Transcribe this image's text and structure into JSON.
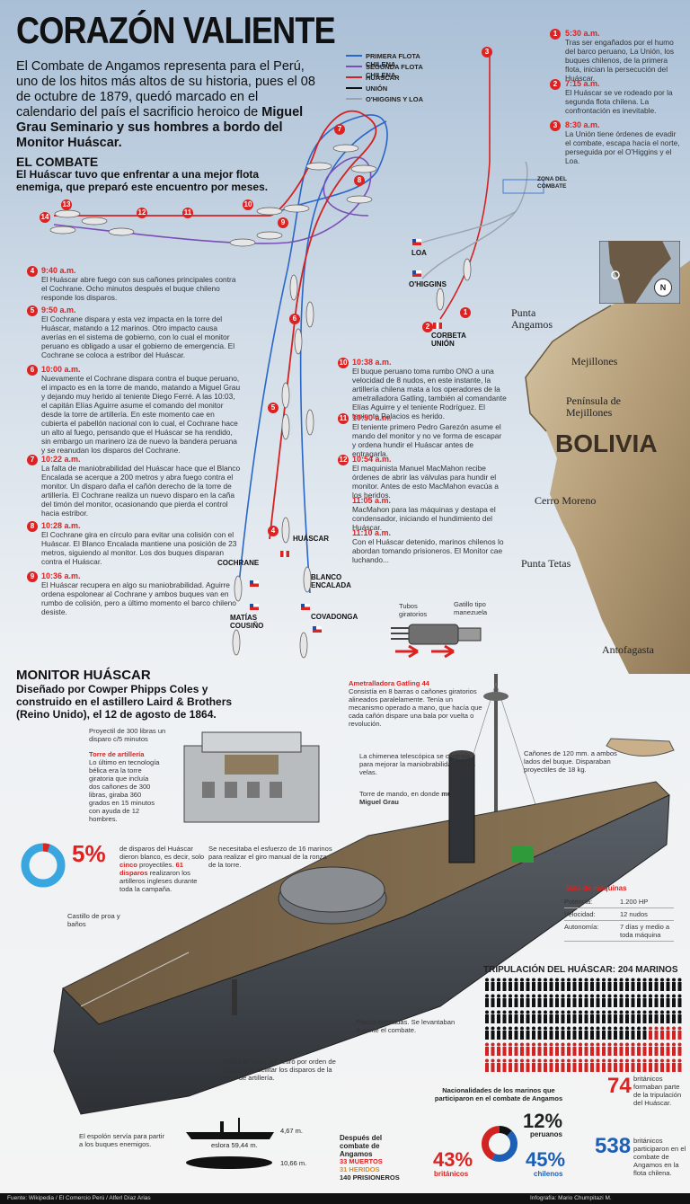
{
  "title": "CORAZÓN VALIENTE",
  "intro": {
    "text": "El Combate de Angamos representa para el Perú, uno de los hitos más altos de su historia, pues el 08 de octubre de 1879, quedó marcado en el calendario del país el sacrificio heroico de",
    "bold": "Miguel Grau Seminario y sus hombres a bordo del Monitor Huáscar."
  },
  "combate": {
    "heading": "EL COMBATE",
    "sub": "El Huáscar tuvo que enfrentar a una mejor flota enemiga, que preparó este encuentro por meses."
  },
  "legend": [
    {
      "label": "PRIMERA FLOTA CHILENA",
      "color": "#2a66c8"
    },
    {
      "label": "SEGUNDA FLOTA CHILENA",
      "color": "#7a4fb5"
    },
    {
      "label": "HUÁSCAR",
      "color": "#d22222"
    },
    {
      "label": "UNIÓN",
      "color": "#111111"
    },
    {
      "label": "O'HIGGINS Y LOA",
      "color": "#9aa3ad"
    }
  ],
  "right_events": [
    {
      "n": "1",
      "time": "5:30 a.m.",
      "text": "Tras ser engañados por el humo del barco peruano, La Unión, los buques chilenos, de la primera flota, inician la persecución del Huáscar."
    },
    {
      "n": "2",
      "time": "7:15 a.m.",
      "text": "El Huáscar se ve rodeado por la segunda flota chilena. La confrontación es inevitable."
    },
    {
      "n": "3",
      "time": "8:30 a.m.",
      "text": "La Unión tiene órdenes de evadir el combate, escapa hacia el norte, perseguida por el O'Higgins y el Loa."
    }
  ],
  "left_events": [
    {
      "n": "4",
      "time": "9:40 a.m.",
      "text": "El Huáscar abre fuego con sus cañones principales contra el Cochrane. Ocho minutos después el buque chileno responde los disparos."
    },
    {
      "n": "5",
      "time": "9:50 a.m.",
      "text": "El Cochrane dispara y esta vez impacta en la torre del Huáscar, matando a 12 marinos. Otro impacto causa averías en el sistema de gobierno, con lo cual el monitor peruano es obligado a usar el gobierno de emergencia. El Cochrane se coloca a estribor del Huáscar."
    },
    {
      "n": "6",
      "time": "10:00 a.m.",
      "text": "Nuevamente el Cochrane dispara contra el buque peruano, el impacto es en la torre de mando, matando a Miguel Grau y dejando muy herido al teniente Diego Ferré. A las 10:03, el capitán Elías Aguirre asume el comando del monitor desde la torre de artillería. En este momento cae en cubierta el pabellón nacional con lo cual, el Cochrane hace un alto al fuego, pensando que el Huáscar se ha rendido, sin embargo un marinero iza de nuevo la bandera peruana y se reanudan los disparos del Cochrane."
    },
    {
      "n": "7",
      "time": "10:22 a.m.",
      "text": "La falta de maniobrabilidad del Huáscar hace que el Blanco Encalada se acerque a 200 metros y abra fuego contra el monitor. Un disparo daña el cañón derecho de la torre de artillería. El Cochrane realiza un nuevo disparo en la caña del timón del monitor, ocasionando que pierda el control hacia estribor."
    },
    {
      "n": "8",
      "time": "10:28 a.m.",
      "text": "El Cochrane gira en círculo para evitar una colisión con el Huáscar. El Blanco Encalada mantiene una posición de 23 metros, siguiendo al monitor. Los dos buques disparan contra el Huáscar."
    },
    {
      "n": "9",
      "time": "10:36 a.m.",
      "text": "El Huáscar recupera en algo su maniobrabilidad. Aguirre ordena espolonear al Cochrane y ambos buques van en rumbo de colisión, pero a último momento el barco chileno desiste."
    }
  ],
  "mid_events": [
    {
      "n": "10",
      "time": "10:38 a.m.",
      "text": "El buque peruano toma rumbo ONO a una velocidad de 8 nudos, en este instante, la artillería chilena mata a los operadores de la ametralladora Gatling, también al comandante Elías Aguirre y el teniente Rodríguez. El teniente Palacios es herido."
    },
    {
      "n": "11",
      "time": "10:50 a.m.",
      "text": "El teniente primero Pedro Garezón asume el mando del monitor y no ve forma de escapar y ordena hundir el Huáscar antes de entragarla."
    },
    {
      "n": "12",
      "time": "10:54 a.m.",
      "text": "El maquinista Manuel MacMahon recibe órdenes de abrir las válvulas para hundir el monitor. Antes de esto MacMahon evacúa a los heridos."
    },
    {
      "n": "",
      "time": "11:05 a.m.",
      "text": "MacMahon para las máquinas y destapa el condensador, iniciando el hundimiento del Huáscar."
    },
    {
      "n": "",
      "time": "11:10 a.m.",
      "text": "Con el Huáscar detenido, marinos chilenos lo abordan tomando prisioneros. El Monitor cae luchando..."
    }
  ],
  "ships": {
    "loa": "LOA",
    "ohiggins": "O'HIGGINS",
    "corbeta": "CORBETA",
    "union": "UNIÓN",
    "huascar": "HUÁSCAR",
    "cochrane": "COCHRANE",
    "blanco": "BLANCO",
    "encalada": "ENCALADA",
    "matias": "MATÍAS",
    "cousino": "COUSIÑO",
    "covadonga": "COVADONGA"
  },
  "zona": "ZONA DEL COMBATE",
  "map_places": [
    "Punta Angamos",
    "Mejillones",
    "Península de Mejillones",
    "BOLIVIA",
    "Cerro Moreno",
    "Punta Tetas",
    "Antofagasta"
  ],
  "compass": "N",
  "monitor": {
    "heading": "MONITOR HUÁSCAR",
    "sub": "Diseñado por Cowper Phipps Coles y construido en el astillero Laird & Brothers (Reino Unido), el 12 de agosto de 1864."
  },
  "notes": {
    "proyectil": "Proyectil de 300 libras un disparo c/5 minutos",
    "torre_title": "Torre de artillería",
    "torre_text": "Lo último en tecnología bélica era la torre giratoria que incluía dos cañones de 300 libras, giraba 360 grados en 15 minutos con ayuda de 12 hombres.",
    "esfuerzo": "Se necesitaba el esfuerzo de 16 marinos para realizar el giro manual de la ronza de la torre.",
    "tubos": "Tubos giratorios",
    "gatillo": "Gatillo tipo manezuela",
    "gatling_title": "Ametralladora Gatling 44",
    "gatling_text": "Consistía en 8 barras o cañones giratorios alineados paralelamente. Tenía un mecanismo operado a mano, que hacía que cada cañón dispare una bala por vuelta o revolución.",
    "canones": "Cañones de 120 mm. a ambos lados del buque. Disparaban proyectiles de 18 kg.",
    "chimenea": "La chimenea telescópica se contraía para mejorar la maniobrabilidad de las velas.",
    "torre_mando": "Torre de mando, en donde",
    "torre_mando_b": "muere Miguel Grau",
    "castillo": "Castillo de proa y baños",
    "placas": "Placas blindadas. Se levantaban durante el combate.",
    "mastil": "Mastil de proa. Se retiró por orden de Grau para facilitar los disparos de la torre de artillería.",
    "espolon": "El espolón servía para partir a los buques enemigos."
  },
  "disparos": {
    "pct": "5%",
    "pct_value": 5,
    "text1": "de disparos del Huáscar dieron blanco, es decir, solo",
    "cinco": "cinco",
    "text2": "proyectiles.",
    "sesenta": "61 disparos",
    "text3": "realizaron los artilleros ingleses durante toda la campaña."
  },
  "maquinas": {
    "title": "Sala de máquinas",
    "rows": [
      {
        "k": "Potencia:",
        "v": "1.200 HP"
      },
      {
        "k": "Velocidad:",
        "v": "12 nudos"
      },
      {
        "k": "Autonomía:",
        "v": "7 días y medio a toda máquina"
      }
    ]
  },
  "tripulacion": {
    "title": "TRIPULACIÓN DEL HUÁSCAR: 204 MARINOS",
    "britanicos_n": "74",
    "britanicos_text": "británicos formaban parte de la tripulación del Huáscar.",
    "chile_n": "538",
    "chile_text": "británicos participaron en el combate de Angamos en la flota chilena."
  },
  "nacionalidades": {
    "title": "Nacionalidades de los marinos que participaron en el combate de Angamos",
    "slices": [
      {
        "label": "peruanos",
        "pct": "12%",
        "value": 12,
        "color": "#111111"
      },
      {
        "label": "chilenos",
        "pct": "45%",
        "value": 45,
        "color": "#1d5fb5"
      },
      {
        "label": "británicos",
        "pct": "43%",
        "value": 43,
        "color": "#d22222"
      }
    ]
  },
  "despues": {
    "title": "Después del combate de Angamos",
    "muertos": "33 MUERTOS",
    "heridos": "31 HERIDOS",
    "prisioneros": "140 PRISIONEROS"
  },
  "dims": {
    "alto": "4,67 m.",
    "eslora": "eslora 59,44 m.",
    "ancho": "10,66 m."
  },
  "footer": {
    "fuente": "Fuente: Wikipedia / El Comercio Perú / Alferl Díaz Arias",
    "infografia": "Infografía: Mario Chumpitazi M."
  }
}
